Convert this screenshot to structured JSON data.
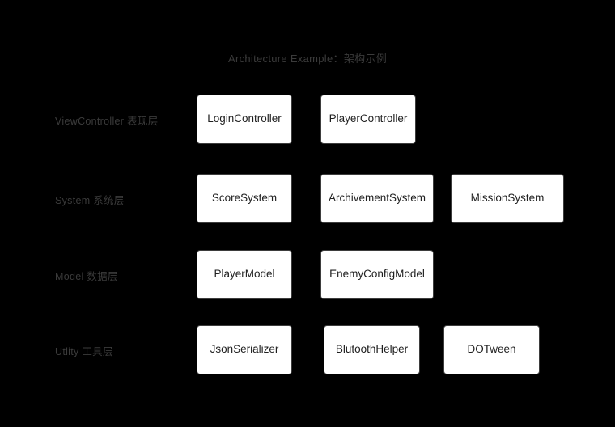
{
  "diagram": {
    "title": "Architecture Example：架构示例",
    "background_color": "#000000",
    "label_color": "#3b3b3b",
    "node_fill_color": "#ffffff",
    "node_border_color": "#3d3d3d",
    "node_text_color": "#1f1f1f",
    "layers": [
      {
        "label": "ViewController 表现层",
        "nodes": [
          {
            "name": "LoginController"
          },
          {
            "name": "PlayerController"
          }
        ]
      },
      {
        "label": "System 系统层",
        "nodes": [
          {
            "name": "ScoreSystem"
          },
          {
            "name": "ArchivementSystem"
          },
          {
            "name": "MissionSystem"
          }
        ]
      },
      {
        "label": "Model 数据层",
        "nodes": [
          {
            "name": "PlayerModel"
          },
          {
            "name": "EnemyConfigModel"
          }
        ]
      },
      {
        "label": "Utlity 工具层",
        "nodes": [
          {
            "name": "JsonSerializer"
          },
          {
            "name": "BlutoothHelper"
          },
          {
            "name": "DOTween"
          }
        ]
      }
    ]
  }
}
